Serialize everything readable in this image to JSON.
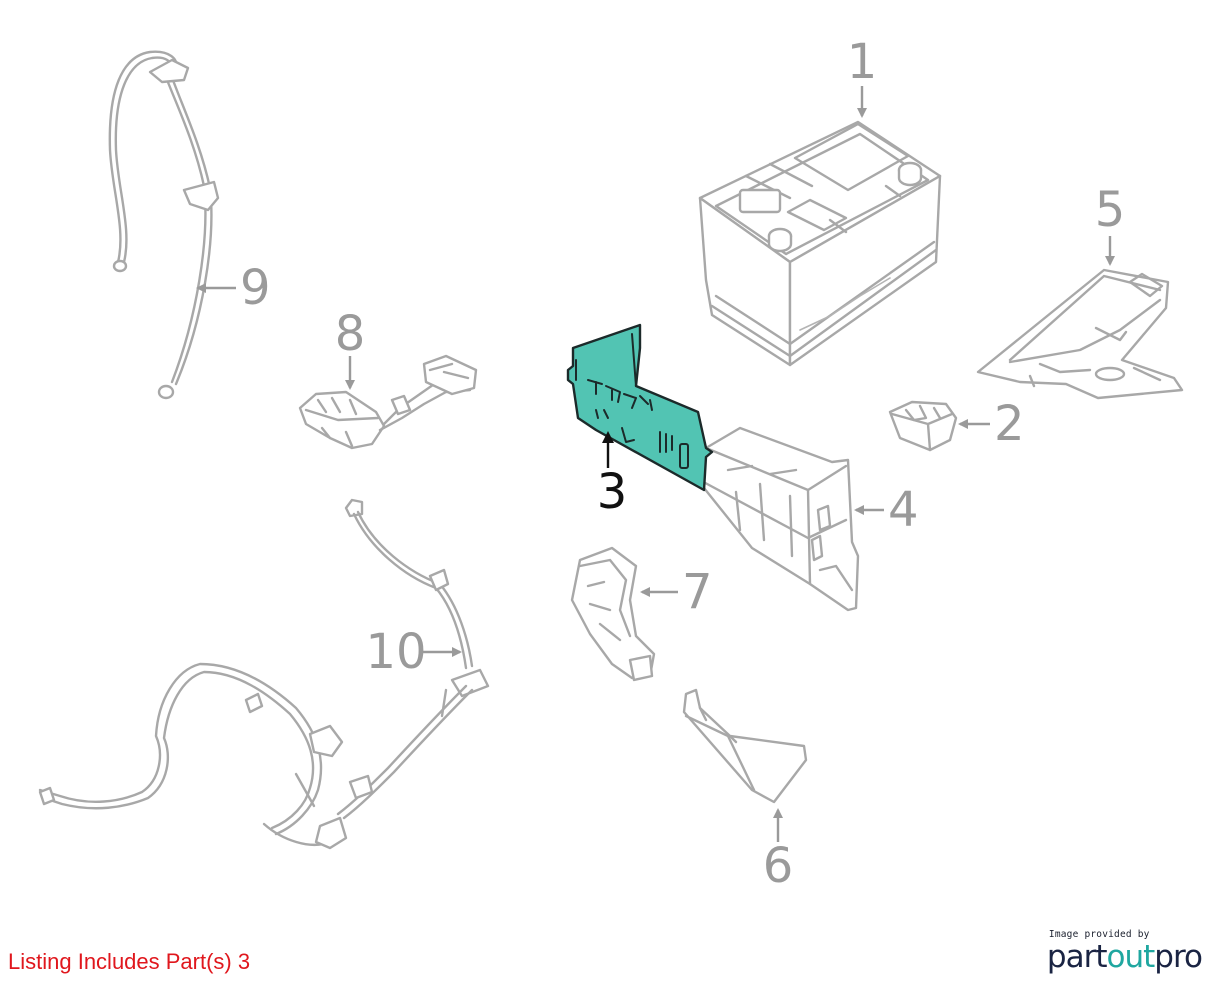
{
  "diagram": {
    "callouts": [
      {
        "id": "1",
        "label": "1"
      },
      {
        "id": "2",
        "label": "2"
      },
      {
        "id": "3",
        "label": "3",
        "highlighted": true
      },
      {
        "id": "4",
        "label": "4"
      },
      {
        "id": "5",
        "label": "5"
      },
      {
        "id": "6",
        "label": "6"
      },
      {
        "id": "7",
        "label": "7"
      },
      {
        "id": "8",
        "label": "8"
      },
      {
        "id": "9",
        "label": "9"
      },
      {
        "id": "10",
        "label": "10"
      }
    ],
    "colors": {
      "highlight_fill": "#52c4b3",
      "outline": "#a8a8a8",
      "callout_text": "#9a9a9a",
      "active_text": "#111111"
    }
  },
  "listing_note": "Listing Includes Part(s) 3",
  "brand": {
    "caption": "Image provided by",
    "word_part1": "part",
    "word_part2": "out",
    "word_part3": "pro",
    "accent_color": "#1fa7a0",
    "dark_color": "#1a2443"
  }
}
